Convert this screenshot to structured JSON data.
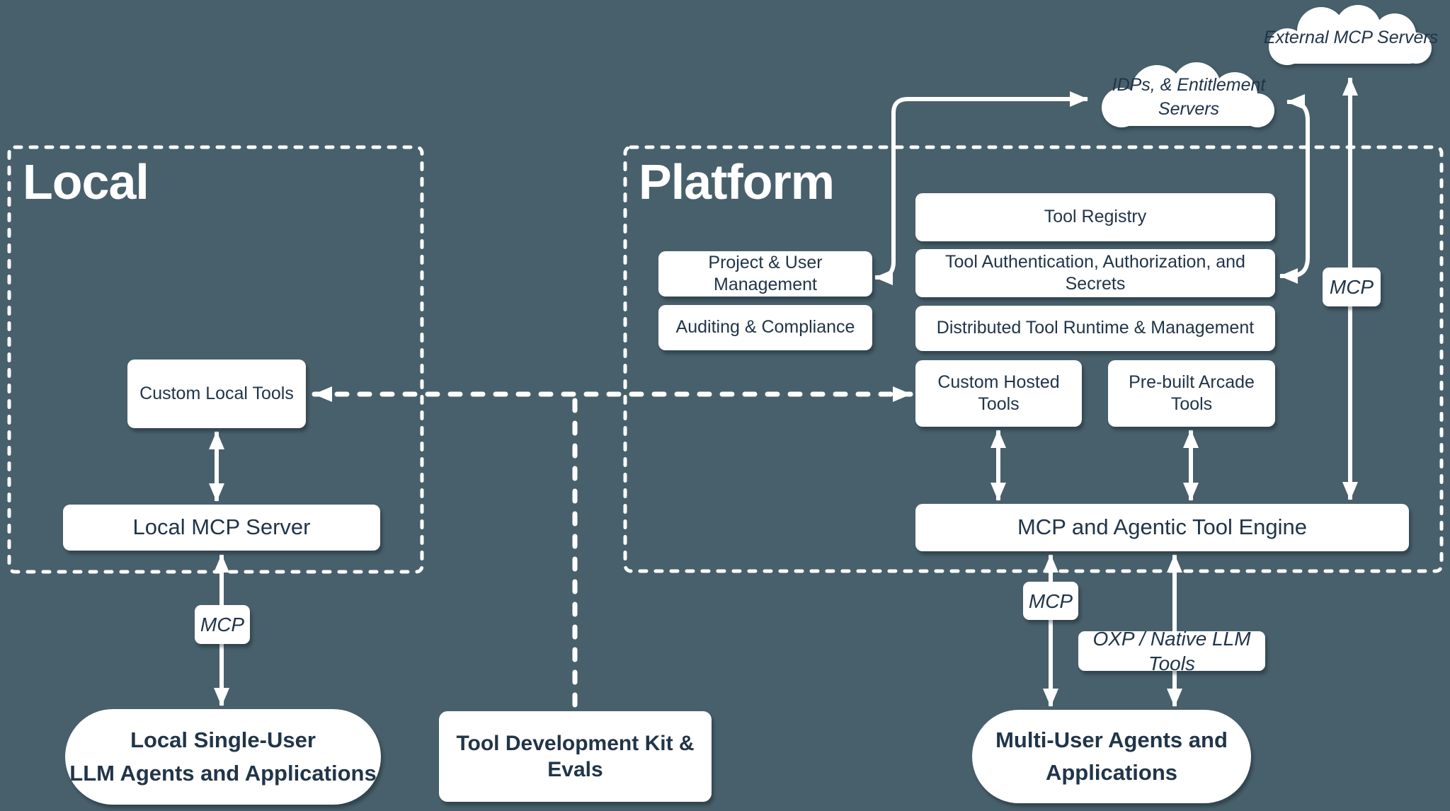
{
  "colors": {
    "background": "#48606b",
    "text": "#213549",
    "shape": "#ffffff",
    "line": "#ffffff"
  },
  "local": {
    "title": "Local",
    "custom_local_tools": "Custom Local Tools",
    "local_mcp_server": "Local MCP Server",
    "mcp_label": "MCP",
    "agents_line1": "Local Single-User",
    "agents_line2": "LLM Agents and Applications"
  },
  "middle": {
    "tdk": "Tool Development Kit & Evals"
  },
  "platform": {
    "title": "Platform",
    "tool_registry": "Tool Registry",
    "project_user_management": "Project & User Management",
    "tool_auth": "Tool Authentication, Authorization, and Secrets",
    "auditing_compliance": "Auditing & Compliance",
    "distributed_runtime": "Distributed Tool Runtime & Management",
    "custom_hosted_tools": "Custom Hosted Tools",
    "prebuilt_arcade_tools": "Pre-built Arcade Tools",
    "engine": "MCP and Agentic Tool Engine",
    "mcp_engine_label": "MCP",
    "oxp_label": "OXP / Native LLM Tools",
    "multi_user_line1": "Multi-User Agents and",
    "multi_user_line2": "Applications"
  },
  "external": {
    "external_mcp_servers": "External MCP Servers",
    "idps_line1": "IDPs, & Entitlement",
    "idps_line2": "Servers",
    "mcp_label": "MCP"
  }
}
